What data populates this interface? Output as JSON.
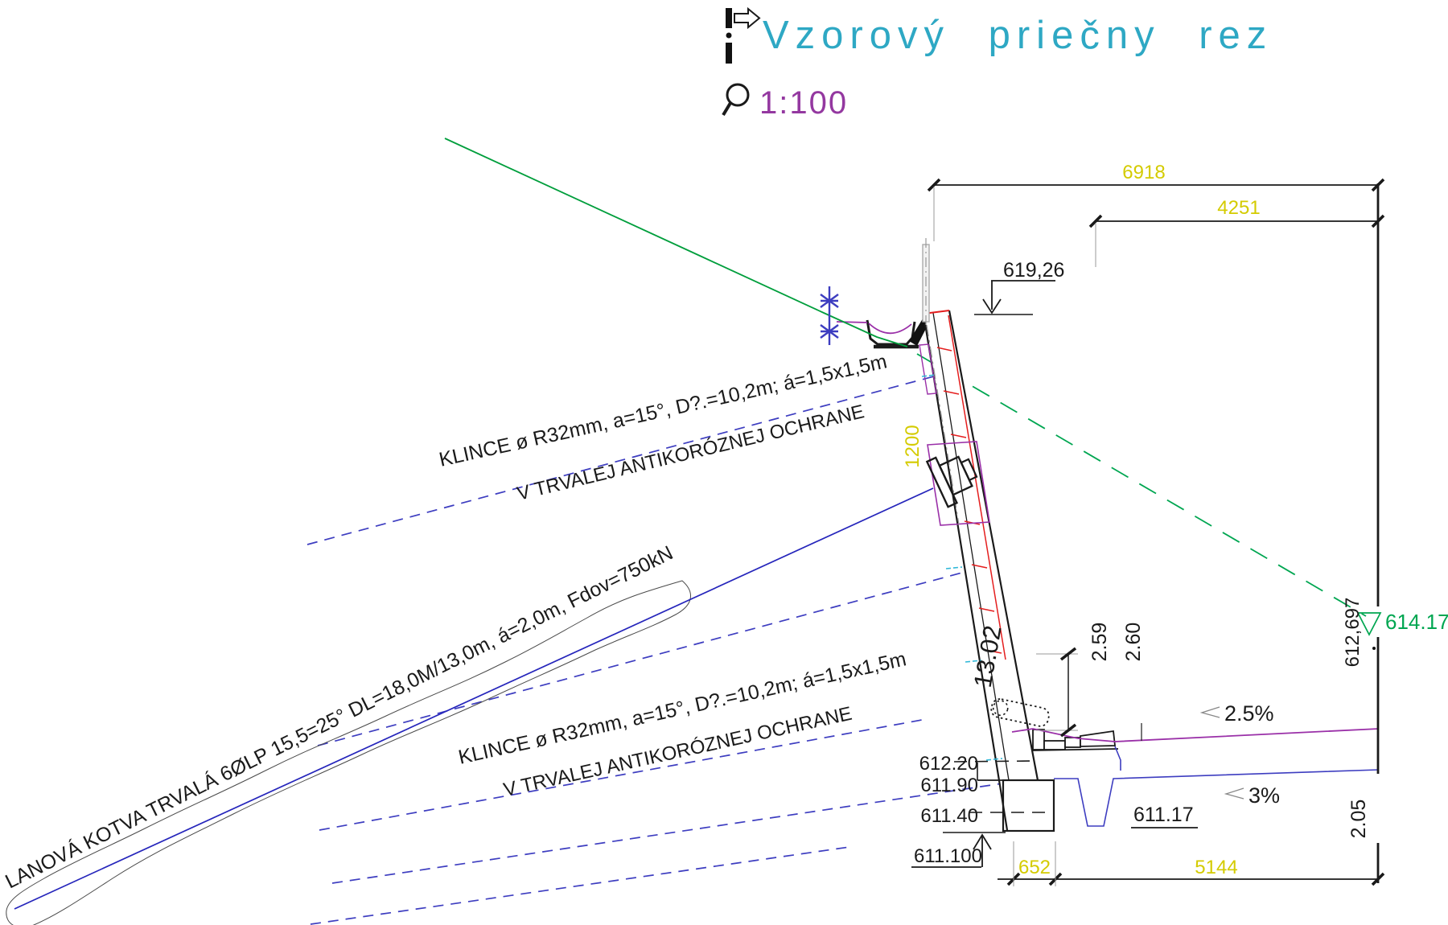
{
  "colors": {
    "title_cyan": "#2ea8c4",
    "scale_purple": "#9438a0",
    "dim_yellow": "#d4cb00",
    "terrain_green": "#009e3c",
    "elev_green": "#00a651",
    "nail_blue": "#3d3dc0",
    "anchor_blue": "#2525bb",
    "hatch_red": "#e41e1e",
    "surface_magenta": "#9a30a8",
    "tick_cyan": "#30b8d8",
    "aux_gray": "#9a9a9a",
    "line_black": "#1a1a1a"
  },
  "header": {
    "title": "Vzorový priečny rez",
    "scale": "1:100"
  },
  "labels": {
    "nail_upper_line1": "KLINCE ø R32mm, a=15°, D?.=10,2m; á=1,5x1,5m",
    "nail_upper_line2": "V TRVALEJ ANTIKORÓZNEJ OCHRANE",
    "nail_lower_line1": "KLINCE ø R32mm, a=15°, D?.=10,2m; á=1,5x1,5m",
    "nail_lower_line2": "V TRVALEJ ANTIKORÓZNEJ OCHRANE",
    "anchor": "LANOVÁ KOTVA TRVALÁ 6ØLP 15,5=25° DL=18,0M/13,0m, á=2,0m, Fdov=750kN",
    "slope_road": "2.5%",
    "slope_subgrade": "3%"
  },
  "dimensions": {
    "top_total": "6918",
    "top_partial": "4251",
    "vert_offset": "1200",
    "wall_length": "13.02",
    "height_a": "2.59",
    "height_b": "2.60",
    "foundation_width": "652",
    "road_width": "5144",
    "right_height": "2.05"
  },
  "elevations": {
    "crest": "619,26",
    "wall_toe": "612.20",
    "foundation_top": "611.90",
    "foundation_mid": "611.40",
    "foundation_base": "611.100",
    "road_drain": "611.17",
    "corner": "612,697",
    "terrain_right": "614.17"
  }
}
